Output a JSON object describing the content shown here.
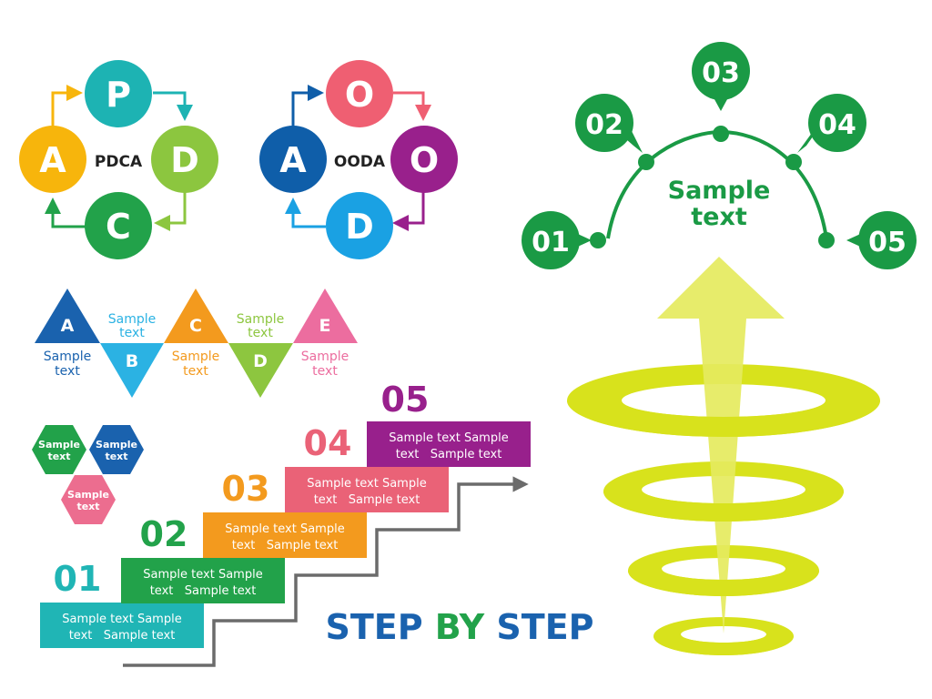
{
  "pdca": {
    "center": "PDCA",
    "nodes": [
      {
        "letter": "P",
        "color": "#1db3b3"
      },
      {
        "letter": "D",
        "color": "#8cc63f"
      },
      {
        "letter": "C",
        "color": "#22a24a"
      },
      {
        "letter": "A",
        "color": "#f7b50c"
      }
    ]
  },
  "ooda": {
    "center": "OODA",
    "nodes": [
      {
        "letter": "O",
        "color": "#ef5f72"
      },
      {
        "letter": "O",
        "color": "#99208c"
      },
      {
        "letter": "D",
        "color": "#1aa1e3"
      },
      {
        "letter": "A",
        "color": "#0f5ea9"
      }
    ]
  },
  "triangles": [
    {
      "letter": "A",
      "color": "#1a62ae",
      "label_line1": "Sample",
      "label_line2": "text",
      "label_color": "#1a62ae"
    },
    {
      "letter": "B",
      "color": "#2bb2e3",
      "label_line1": "Sample",
      "label_line2": "text",
      "label_color": "#2bb2e3"
    },
    {
      "letter": "C",
      "color": "#f39a1e",
      "label_line1": "Sample",
      "label_line2": "text",
      "label_color": "#f39a1e"
    },
    {
      "letter": "D",
      "color": "#8dc63f",
      "label_line1": "Sample",
      "label_line2": "text",
      "label_color": "#8dc63f"
    },
    {
      "letter": "E",
      "color": "#ec6d9f",
      "label_line1": "Sample",
      "label_line2": "text",
      "label_color": "#ec6d9f"
    }
  ],
  "hexagons": [
    {
      "line1": "Sample",
      "line2": "text",
      "color": "#22a24a"
    },
    {
      "line1": "Sample",
      "line2": "text",
      "color": "#1a62ae"
    },
    {
      "line1": "Sample",
      "line2": "text",
      "color": "#ec6d8f"
    }
  ],
  "steps": [
    {
      "num": "01",
      "line1": "Sample text Sample",
      "line2": "text   Sample text",
      "color": "#20b5b5"
    },
    {
      "num": "02",
      "line1": "Sample text Sample",
      "line2": "text   Sample text",
      "color": "#22a24a"
    },
    {
      "num": "03",
      "line1": "Sample text Sample",
      "line2": "text   Sample text",
      "color": "#f39a1e"
    },
    {
      "num": "04",
      "line1": "Sample text Sample",
      "line2": "text   Sample text",
      "color": "#ea6277"
    },
    {
      "num": "05",
      "line1": "Sample text Sample",
      "line2": "text   Sample text",
      "color": "#98208c"
    }
  ],
  "steps_title": {
    "part1": "STEP ",
    "part2": "BY",
    "part3": " STEP",
    "color1": "#1a62ae",
    "color2": "#22a24a"
  },
  "arc": {
    "center_line1": "Sample",
    "center_line2": "text",
    "color": "#1a9a45",
    "nodes": [
      "01",
      "02",
      "03",
      "04",
      "05"
    ]
  },
  "funnel": {
    "color": "#d8e21c",
    "arrow_color": "#e5ea5e"
  }
}
